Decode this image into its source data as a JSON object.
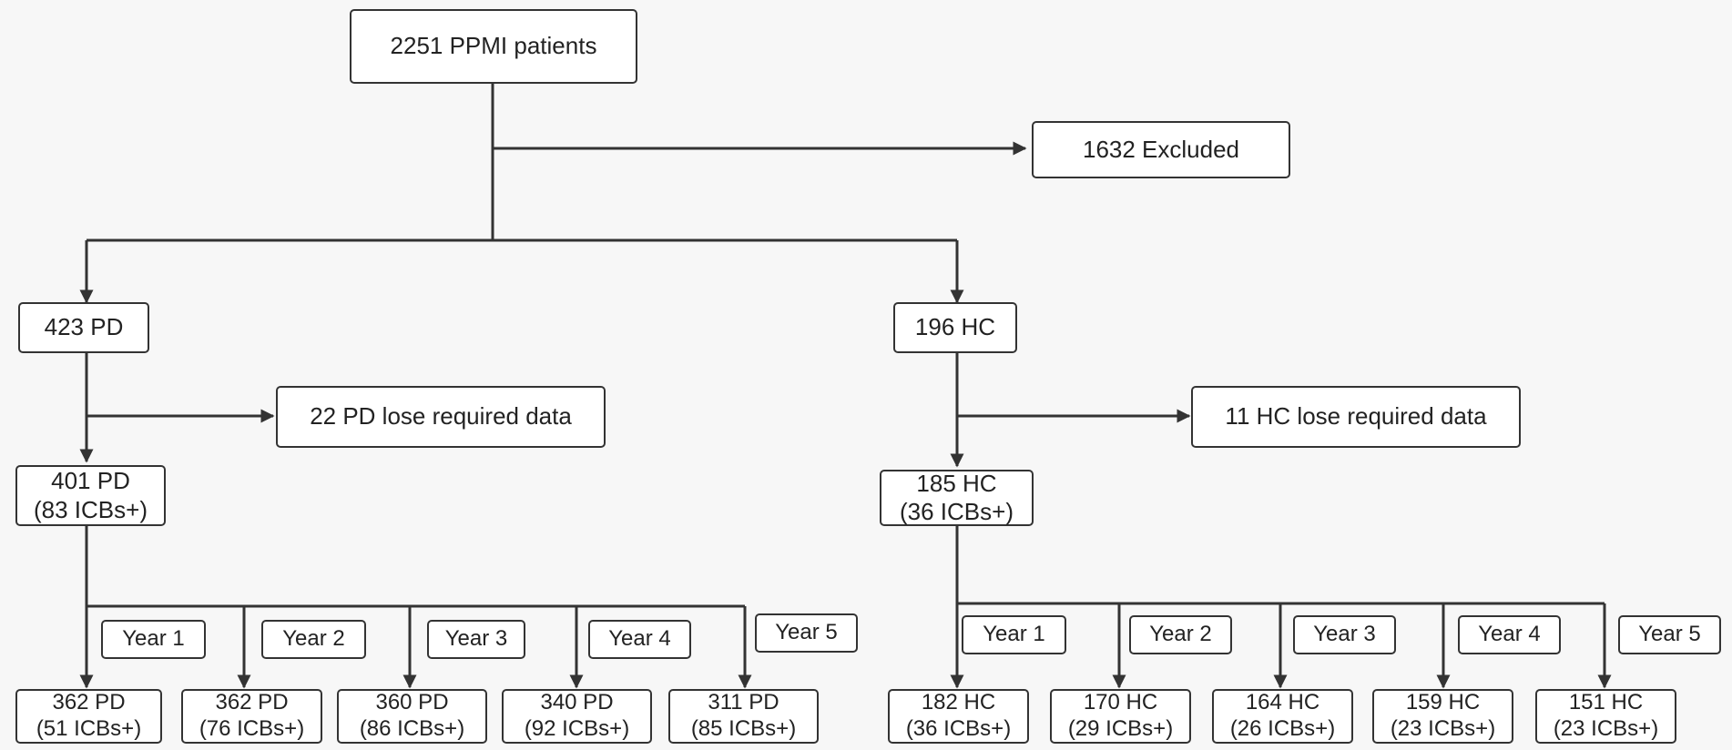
{
  "root": "2251 PPMI patients",
  "excluded": "1632 Excluded",
  "pd": {
    "group": "423 PD",
    "lost": "22 PD lose required data",
    "final_main": "401 PD",
    "final_sub": "(83 ICBs+)",
    "years": [
      {
        "label": "Year 1",
        "main": "362 PD",
        "sub": "(51 ICBs+)"
      },
      {
        "label": "Year 2",
        "main": "362 PD",
        "sub": "(76 ICBs+)"
      },
      {
        "label": "Year 3",
        "main": "360 PD",
        "sub": "(86 ICBs+)"
      },
      {
        "label": "Year 4",
        "main": "340 PD",
        "sub": "(92 ICBs+)"
      },
      {
        "label": "Year 5",
        "main": "311 PD",
        "sub": "(85 ICBs+)"
      }
    ]
  },
  "hc": {
    "group": "196 HC",
    "lost": "11 HC lose required data",
    "final_main": "185 HC",
    "final_sub": "(36 ICBs+)",
    "years": [
      {
        "label": "Year 1",
        "main": "182 HC",
        "sub": "(36 ICBs+)"
      },
      {
        "label": "Year 2",
        "main": "170 HC",
        "sub": "(29 ICBs+)"
      },
      {
        "label": "Year 3",
        "main": "164 HC",
        "sub": "(26 ICBs+)"
      },
      {
        "label": "Year 4",
        "main": "159 HC",
        "sub": "(23 ICBs+)"
      },
      {
        "label": "Year 5",
        "main": "151 HC",
        "sub": "(23 ICBs+)"
      }
    ]
  }
}
